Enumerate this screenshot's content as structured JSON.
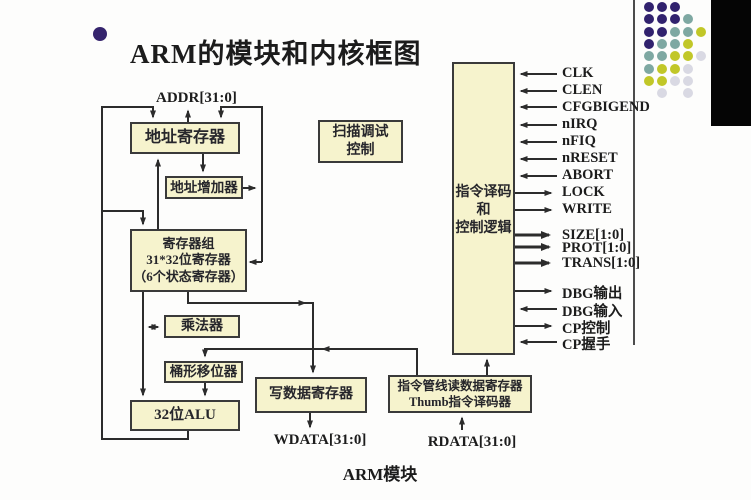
{
  "slide": {
    "title": "ARM的模块和内核框图",
    "footer_label": "ARM模块"
  },
  "boxes": {
    "addr_reg": {
      "label": "地址寄存器"
    },
    "addr_inc": {
      "label": "地址增加器"
    },
    "reg_bank": {
      "line1": "寄存器组",
      "line2": "31*32位寄存器",
      "line3": "（6个状态寄存器）"
    },
    "multiplier": {
      "label": "乘法器"
    },
    "barrel_shifter": {
      "label": "桶形移位器"
    },
    "alu": {
      "label": "32位ALU"
    },
    "wdata_reg": {
      "label": "写数据寄存器"
    },
    "pipe": {
      "line1": "指令管线读数据寄存器",
      "line2": "Thumb指令译码器"
    },
    "scan_debug": {
      "line1": "扫描调试",
      "line2": "控制"
    },
    "decoder": {
      "line1": "指令译码",
      "line2": "和",
      "line3": "控制逻辑"
    }
  },
  "bus_labels": {
    "addr": "ADDR[31:0]",
    "wdata": "WDATA[31:0]",
    "rdata": "RDATA[31:0]"
  },
  "signals": [
    {
      "label": "CLK",
      "dir": "in"
    },
    {
      "label": "CLEN",
      "dir": "in"
    },
    {
      "label": "CFGBIGEND",
      "dir": "in"
    },
    {
      "label": "nIRQ",
      "dir": "in"
    },
    {
      "label": "nFIQ",
      "dir": "in"
    },
    {
      "label": "nRESET",
      "dir": "in"
    },
    {
      "label": "ABORT",
      "dir": "in"
    },
    {
      "label": "LOCK",
      "dir": "out"
    },
    {
      "label": "WRITE",
      "dir": "out"
    },
    {
      "label": "SIZE[1:0]",
      "dir": "out"
    },
    {
      "label": "PROT[1:0]",
      "dir": "out"
    },
    {
      "label": "TRANS[1:0]",
      "dir": "out"
    },
    {
      "label": "DBG输出",
      "dir": "out"
    },
    {
      "label": "DBG输入",
      "dir": "in"
    },
    {
      "label": "CP控制",
      "dir": "out"
    },
    {
      "label": "CP握手",
      "dir": "in"
    }
  ],
  "decoration": {
    "dot_colors": {
      "P": "#31226e",
      "T": "#7ea8a2",
      "Y": "#c1c728",
      "G": "#d9d9e3"
    },
    "dot_grid": [
      "PPP",
      "PPPT",
      "PPTTY",
      "PTTY",
      "TTYYG",
      "TYYG",
      "YYGG",
      "_G_G"
    ]
  },
  "colors": {
    "box_fill": "#f6f3cd",
    "box_border": "#3a3a3a",
    "wire": "#2c2c2c",
    "bullet": "#35246d"
  }
}
